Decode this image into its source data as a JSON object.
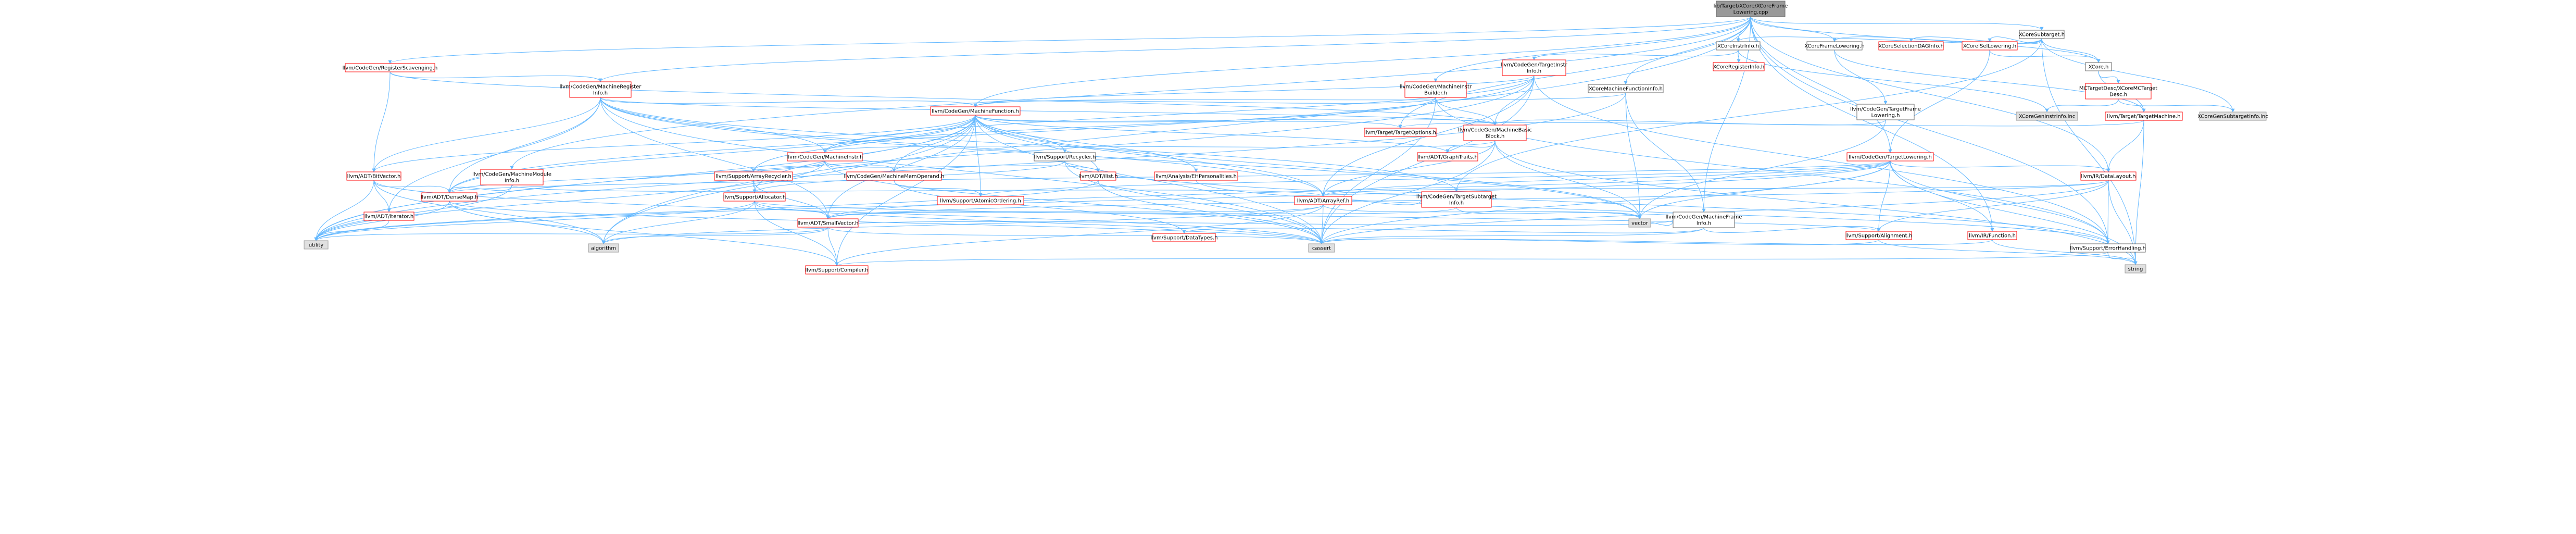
{
  "colors": {
    "root_fill": "#999999",
    "normal_fill": "#ffffff",
    "normal_stroke": "#666666",
    "linked_stroke": "#ff0000",
    "system_fill": "#e0e0e0",
    "system_stroke": "#999999",
    "edge": "#63b8ff",
    "arrow": "#63b8ff"
  },
  "nodes": [
    {
      "id": "root",
      "kind": "root",
      "lines": [
        "lib/Target/XCore/XCoreFrame",
        "Lowering.cpp"
      ]
    },
    {
      "id": "xcoresubtarget_h",
      "kind": "normal",
      "lines": [
        "XCoreSubtarget.h"
      ]
    },
    {
      "id": "xcoreinstrinfo_h",
      "kind": "normal",
      "lines": [
        "XCoreInstrInfo.h"
      ]
    },
    {
      "id": "xcoreframelowering_h",
      "kind": "normal",
      "lines": [
        "XCoreFrameLowering.h"
      ]
    },
    {
      "id": "xcoreselectiondaginfo_h",
      "kind": "linked",
      "lines": [
        "XCoreSelectionDAGInfo.h"
      ]
    },
    {
      "id": "xcoreisellowering_h",
      "kind": "linked",
      "lines": [
        "XCoreISelLowering.h"
      ]
    },
    {
      "id": "xcoreregisterinfo_h",
      "kind": "linked",
      "lines": [
        "XCoreRegisterInfo.h"
      ]
    },
    {
      "id": "targetinstrinfo_h",
      "kind": "linked",
      "lines": [
        "llvm/CodeGen/TargetInstr",
        "Info.h"
      ]
    },
    {
      "id": "xcore_h",
      "kind": "normal",
      "lines": [
        "XCore.h"
      ]
    },
    {
      "id": "mctargetdesc_h",
      "kind": "linked",
      "lines": [
        "MCTargetDesc/XCoreMCTarget",
        "Desc.h"
      ]
    },
    {
      "id": "xcoremachinefunctioninfo_h",
      "kind": "normal",
      "lines": [
        "XCoreMachineFunctionInfo.h"
      ]
    },
    {
      "id": "machineinstrbuilder_h",
      "kind": "linked",
      "lines": [
        "llvm/CodeGen/MachineInstr",
        "Builder.h"
      ]
    },
    {
      "id": "registerscavenging_h",
      "kind": "linked",
      "lines": [
        "llvm/CodeGen/RegisterScavenging.h"
      ]
    },
    {
      "id": "machineregisterinfo_h",
      "kind": "linked",
      "lines": [
        "llvm/CodeGen/MachineRegister",
        "Info.h"
      ]
    },
    {
      "id": "targetframelowering_h",
      "kind": "normal",
      "lines": [
        "llvm/CodeGen/TargetFrame",
        "Lowering.h"
      ]
    },
    {
      "id": "xcoregeninstrinfo_inc",
      "kind": "system",
      "lines": [
        "XCoreGenInstrInfo.inc"
      ]
    },
    {
      "id": "targetmachine_h",
      "kind": "linked",
      "lines": [
        "llvm/Target/TargetMachine.h"
      ]
    },
    {
      "id": "xcoregensubtargetinfo_inc",
      "kind": "system",
      "lines": [
        "XCoreGenSubtargetInfo.inc"
      ]
    },
    {
      "id": "machinefunction_h",
      "kind": "linked",
      "lines": [
        "llvm/CodeGen/MachineFunction.h"
      ]
    },
    {
      "id": "targetoptions_h",
      "kind": "linked",
      "lines": [
        "llvm/Target/TargetOptions.h"
      ]
    },
    {
      "id": "machinebasicblock_h",
      "kind": "linked",
      "lines": [
        "llvm/CodeGen/MachineBasic",
        "Block.h"
      ]
    },
    {
      "id": "graphtraits_h",
      "kind": "linked",
      "lines": [
        "llvm/ADT/GraphTraits.h"
      ]
    },
    {
      "id": "machineinstr_h",
      "kind": "linked",
      "lines": [
        "llvm/CodeGen/MachineInstr.h"
      ]
    },
    {
      "id": "recycler_h",
      "kind": "normal",
      "lines": [
        "llvm/Support/Recycler.h"
      ]
    },
    {
      "id": "targetlowering_h",
      "kind": "linked",
      "lines": [
        "llvm/CodeGen/TargetLowering.h"
      ]
    },
    {
      "id": "bitvector_h",
      "kind": "linked",
      "lines": [
        "llvm/ADT/BitVector.h"
      ]
    },
    {
      "id": "machinemoduleinfo_h",
      "kind": "linked",
      "lines": [
        "llvm/CodeGen/MachineModule",
        "Info.h"
      ]
    },
    {
      "id": "arrayrecycler_h",
      "kind": "linked",
      "lines": [
        "llvm/Support/ArrayRecycler.h"
      ]
    },
    {
      "id": "machinememoperand_h",
      "kind": "linked",
      "lines": [
        "llvm/CodeGen/MachineMemOperand.h"
      ]
    },
    {
      "id": "ilist_h",
      "kind": "linked",
      "lines": [
        "llvm/ADT/ilist.h"
      ]
    },
    {
      "id": "ehpersonalities_h",
      "kind": "linked",
      "lines": [
        "llvm/Analysis/EHPersonalities.h"
      ]
    },
    {
      "id": "targetsubtargetinfo_h",
      "kind": "linked",
      "lines": [
        "llvm/CodeGen/TargetSubtarget",
        "Info.h"
      ]
    },
    {
      "id": "datalayout_h",
      "kind": "linked",
      "lines": [
        "llvm/IR/DataLayout.h"
      ]
    },
    {
      "id": "densemap_h",
      "kind": "linked",
      "lines": [
        "llvm/ADT/DenseMap.h"
      ]
    },
    {
      "id": "allocator_h",
      "kind": "linked",
      "lines": [
        "llvm/Support/Allocator.h"
      ]
    },
    {
      "id": "atomicordering_h",
      "kind": "linked",
      "lines": [
        "llvm/Support/AtomicOrdering.h"
      ]
    },
    {
      "id": "arrayref_h",
      "kind": "linked",
      "lines": [
        "llvm/ADT/ArrayRef.h"
      ]
    },
    {
      "id": "machineframeinfo_h",
      "kind": "normal",
      "lines": [
        "llvm/CodeGen/MachineFrame",
        "Info.h"
      ]
    },
    {
      "id": "iterator_h",
      "kind": "linked",
      "lines": [
        "llvm/ADT/iterator.h"
      ]
    },
    {
      "id": "smallvector_h",
      "kind": "linked",
      "lines": [
        "llvm/ADT/SmallVector.h"
      ]
    },
    {
      "id": "datatypes_h",
      "kind": "linked",
      "lines": [
        "llvm/Support/DataTypes.h"
      ]
    },
    {
      "id": "vector",
      "kind": "system",
      "lines": [
        "vector"
      ]
    },
    {
      "id": "alignment_h",
      "kind": "linked",
      "lines": [
        "llvm/Support/Alignment.h"
      ]
    },
    {
      "id": "function_h",
      "kind": "linked",
      "lines": [
        "llvm/IR/Function.h"
      ]
    },
    {
      "id": "utility",
      "kind": "system",
      "lines": [
        "utility"
      ]
    },
    {
      "id": "algorithm",
      "kind": "system",
      "lines": [
        "algorithm"
      ]
    },
    {
      "id": "cassert",
      "kind": "system",
      "lines": [
        "cassert"
      ]
    },
    {
      "id": "errorhandling_h",
      "kind": "normal",
      "lines": [
        "llvm/Support/ErrorHandling.h"
      ]
    },
    {
      "id": "compiler_h",
      "kind": "linked",
      "lines": [
        "llvm/Support/Compiler.h"
      ]
    },
    {
      "id": "string",
      "kind": "system",
      "lines": [
        "string"
      ]
    }
  ],
  "edges": [
    [
      "root",
      "xcoresubtarget_h"
    ],
    [
      "root",
      "xcoreinstrinfo_h"
    ],
    [
      "root",
      "xcoreframelowering_h"
    ],
    [
      "root",
      "xcoremachinefunctioninfo_h"
    ],
    [
      "root",
      "machineinstrbuilder_h"
    ],
    [
      "root",
      "registerscavenging_h"
    ],
    [
      "root",
      "machineregisterinfo_h"
    ],
    [
      "root",
      "machinefunction_h"
    ],
    [
      "root",
      "targetlowering_h"
    ],
    [
      "root",
      "datalayout_h"
    ],
    [
      "root",
      "function_h"
    ],
    [
      "root",
      "errorhandling_h"
    ],
    [
      "root",
      "targetoptions_h"
    ],
    [
      "root",
      "machinemoduleinfo_h"
    ],
    [
      "root",
      "machineframeinfo_h"
    ],
    [
      "root",
      "xcore_h"
    ],
    [
      "root",
      "algorithm"
    ],
    [
      "xcoresubtarget_h",
      "xcoreinstrinfo_h"
    ],
    [
      "xcoresubtarget_h",
      "xcoreframelowering_h"
    ],
    [
      "xcoresubtarget_h",
      "xcoreselectiondaginfo_h"
    ],
    [
      "xcoresubtarget_h",
      "xcoreisellowering_h"
    ],
    [
      "xcoresubtarget_h",
      "xcoregensubtargetinfo_inc"
    ],
    [
      "xcoresubtarget_h",
      "targetsubtargetinfo_h"
    ],
    [
      "xcoresubtarget_h",
      "string"
    ],
    [
      "xcoresubtarget_h",
      "xcore_h"
    ],
    [
      "xcoreinstrinfo_h",
      "xcoreregisterinfo_h"
    ],
    [
      "xcoreinstrinfo_h",
      "targetinstrinfo_h"
    ],
    [
      "xcoreinstrinfo_h",
      "xcoregeninstrinfo_inc"
    ],
    [
      "xcoreframelowering_h",
      "targetframelowering_h"
    ],
    [
      "xcoreframelowering_h",
      "targetmachine_h"
    ],
    [
      "xcoreisellowering_h",
      "xcore_h"
    ],
    [
      "xcoreisellowering_h",
      "targetlowering_h"
    ],
    [
      "xcore_h",
      "mctargetdesc_h"
    ],
    [
      "xcore_h",
      "targetmachine_h"
    ],
    [
      "mctargetdesc_h",
      "xcoregeninstrinfo_inc"
    ],
    [
      "mctargetdesc_h",
      "xcoregensubtargetinfo_inc"
    ],
    [
      "targetinstrinfo_h",
      "machinebasicblock_h"
    ],
    [
      "targetinstrinfo_h",
      "machinefunction_h"
    ],
    [
      "targetinstrinfo_h",
      "machineinstr_h"
    ],
    [
      "targetinstrinfo_h",
      "densemap_h"
    ],
    [
      "targetinstrinfo_h",
      "arrayref_h"
    ],
    [
      "targetinstrinfo_h",
      "utility"
    ],
    [
      "targetinstrinfo_h",
      "cassert"
    ],
    [
      "targetinstrinfo_h",
      "errorhandling_h"
    ],
    [
      "xcoremachinefunctioninfo_h",
      "machinefunction_h"
    ],
    [
      "xcoremachinefunctioninfo_h",
      "machineframeinfo_h"
    ],
    [
      "xcoremachinefunctioninfo_h",
      "vector"
    ],
    [
      "xcoremachinefunctioninfo_h",
      "utility"
    ],
    [
      "machineinstrbuilder_h",
      "machinebasicblock_h"
    ],
    [
      "machineinstrbuilder_h",
      "machinefunction_h"
    ],
    [
      "machineinstrbuilder_h",
      "machineinstr_h"
    ],
    [
      "machineinstrbuilder_h",
      "errorhandling_h"
    ],
    [
      "machineinstrbuilder_h",
      "cassert"
    ],
    [
      "registerscavenging_h",
      "machinebasicblock_h"
    ],
    [
      "registerscavenging_h",
      "machineregisterinfo_h"
    ],
    [
      "registerscavenging_h",
      "bitvector_h"
    ],
    [
      "machineregisterinfo_h",
      "machinebasicblock_h"
    ],
    [
      "machineregisterinfo_h",
      "machinefunction_h"
    ],
    [
      "machineregisterinfo_h",
      "machineinstr_h"
    ],
    [
      "machineregisterinfo_h",
      "bitvector_h"
    ],
    [
      "machineregisterinfo_h",
      "arrayref_h"
    ],
    [
      "machineregisterinfo_h",
      "iterator_h"
    ],
    [
      "machineregisterinfo_h",
      "smallvector_h"
    ],
    [
      "machineregisterinfo_h",
      "vector"
    ],
    [
      "machineregisterinfo_h",
      "cassert"
    ],
    [
      "machineregisterinfo_h",
      "densemap_h"
    ],
    [
      "machineregisterinfo_h",
      "targetsubtargetinfo_h"
    ],
    [
      "targetframelowering_h",
      "machinebasicblock_h"
    ],
    [
      "targetframelowering_h",
      "vector"
    ],
    [
      "targetmachine_h",
      "datalayout_h"
    ],
    [
      "targetmachine_h",
      "targetoptions_h"
    ],
    [
      "targetmachine_h",
      "string"
    ],
    [
      "machinefunction_h",
      "machinebasicblock_h"
    ],
    [
      "machinefunction_h",
      "machineinstr_h"
    ],
    [
      "machinefunction_h",
      "machinememoperand_h"
    ],
    [
      "machinefunction_h",
      "recycler_h"
    ],
    [
      "machinefunction_h",
      "arrayrecycler_h"
    ],
    [
      "machinefunction_h",
      "bitvector_h"
    ],
    [
      "machinefunction_h",
      "densemap_h"
    ],
    [
      "machinefunction_h",
      "graphtraits_h"
    ],
    [
      "machinefunction_h",
      "ilist_h"
    ],
    [
      "machinefunction_h",
      "ehpersonalities_h"
    ],
    [
      "machinefunction_h",
      "smallvector_h"
    ],
    [
      "machinefunction_h",
      "allocator_h"
    ],
    [
      "machinefunction_h",
      "arrayref_h"
    ],
    [
      "machinefunction_h",
      "compiler_h"
    ],
    [
      "machinefunction_h",
      "cassert"
    ],
    [
      "machinefunction_h",
      "vector"
    ],
    [
      "machinefunction_h",
      "utility"
    ],
    [
      "machinefunction_h",
      "atomicordering_h"
    ],
    [
      "machinefunction_h",
      "targetoptions_h"
    ],
    [
      "machinefunction_h",
      "algorithm"
    ],
    [
      "machinebasicblock_h",
      "machineinstr_h"
    ],
    [
      "machinebasicblock_h",
      "graphtraits_h"
    ],
    [
      "machinebasicblock_h",
      "cassert"
    ],
    [
      "machinebasicblock_h",
      "string"
    ],
    [
      "machinebasicblock_h",
      "vector"
    ],
    [
      "machinebasicblock_h",
      "arrayref_h"
    ],
    [
      "machineinstr_h",
      "machinememoperand_h"
    ],
    [
      "machineinstr_h",
      "ilist_h"
    ],
    [
      "machineinstr_h",
      "arrayrecycler_h"
    ],
    [
      "machineinstr_h",
      "densemap_h"
    ],
    [
      "machineinstr_h",
      "cassert"
    ],
    [
      "machineinstr_h",
      "utility"
    ],
    [
      "recycler_h",
      "allocator_h"
    ],
    [
      "recycler_h",
      "cassert"
    ],
    [
      "recycler_h",
      "errorhandling_h"
    ],
    [
      "targetlowering_h",
      "datalayout_h"
    ],
    [
      "targetlowering_h",
      "arrayref_h"
    ],
    [
      "targetlowering_h",
      "smallvector_h"
    ],
    [
      "targetlowering_h",
      "densemap_h"
    ],
    [
      "targetlowering_h",
      "alignment_h"
    ],
    [
      "targetlowering_h",
      "errorhandling_h"
    ],
    [
      "targetlowering_h",
      "function_h"
    ],
    [
      "targetlowering_h",
      "vector"
    ],
    [
      "targetlowering_h",
      "cassert"
    ],
    [
      "targetlowering_h",
      "string"
    ],
    [
      "targetlowering_h",
      "utility"
    ],
    [
      "targetlowering_h",
      "atomicordering_h"
    ],
    [
      "bitvector_h",
      "densemap_h"
    ],
    [
      "bitvector_h",
      "iterator_h"
    ],
    [
      "bitvector_h",
      "algorithm"
    ],
    [
      "bitvector_h",
      "cassert"
    ],
    [
      "bitvector_h",
      "utility"
    ],
    [
      "machinemoduleinfo_h",
      "densemap_h"
    ],
    [
      "machinemoduleinfo_h",
      "arrayref_h"
    ],
    [
      "machinemoduleinfo_h",
      "utility"
    ],
    [
      "arrayrecycler_h",
      "allocator_h"
    ],
    [
      "arrayrecycler_h",
      "smallvector_h"
    ],
    [
      "machinememoperand_h",
      "atomicordering_h"
    ],
    [
      "machinememoperand_h",
      "datatypes_h"
    ],
    [
      "ilist_h",
      "cassert"
    ],
    [
      "ilist_h",
      "utility"
    ],
    [
      "ehpersonalities_h",
      "errorhandling_h"
    ],
    [
      "targetsubtargetinfo_h",
      "arrayref_h"
    ],
    [
      "targetsubtargetinfo_h",
      "smallvector_h"
    ],
    [
      "targetsubtargetinfo_h",
      "vector"
    ],
    [
      "datalayout_h",
      "arrayref_h"
    ],
    [
      "datalayout_h",
      "smallvector_h"
    ],
    [
      "datalayout_h",
      "alignment_h"
    ],
    [
      "datalayout_h",
      "errorhandling_h"
    ],
    [
      "datalayout_h",
      "cassert"
    ],
    [
      "datalayout_h",
      "string"
    ],
    [
      "densemap_h",
      "compiler_h"
    ],
    [
      "densemap_h",
      "algorithm"
    ],
    [
      "densemap_h",
      "cassert"
    ],
    [
      "densemap_h",
      "utility"
    ],
    [
      "allocator_h",
      "compiler_h"
    ],
    [
      "allocator_h",
      "smallvector_h"
    ],
    [
      "allocator_h",
      "alignment_h"
    ],
    [
      "allocator_h",
      "algorithm"
    ],
    [
      "allocator_h",
      "cassert"
    ],
    [
      "allocator_h",
      "utility"
    ],
    [
      "arrayref_h",
      "smallvector_h"
    ],
    [
      "arrayref_h",
      "compiler_h"
    ],
    [
      "arrayref_h",
      "algorithm"
    ],
    [
      "arrayref_h",
      "cassert"
    ],
    [
      "arrayref_h",
      "vector"
    ],
    [
      "machineframeinfo_h",
      "smallvector_h"
    ],
    [
      "machineframeinfo_h",
      "alignment_h"
    ],
    [
      "machineframeinfo_h",
      "datatypes_h"
    ],
    [
      "machineframeinfo_h",
      "cassert"
    ],
    [
      "machineframeinfo_h",
      "vector"
    ],
    [
      "iterator_h",
      "utility"
    ],
    [
      "smallvector_h",
      "compiler_h"
    ],
    [
      "smallvector_h",
      "algorithm"
    ],
    [
      "smallvector_h",
      "cassert"
    ],
    [
      "smallvector_h",
      "utility"
    ],
    [
      "alignment_h",
      "cassert"
    ],
    [
      "alignment_h",
      "string"
    ],
    [
      "function_h",
      "cassert"
    ],
    [
      "function_h",
      "string"
    ],
    [
      "errorhandling_h",
      "compiler_h"
    ],
    [
      "errorhandling_h",
      "string"
    ]
  ]
}
